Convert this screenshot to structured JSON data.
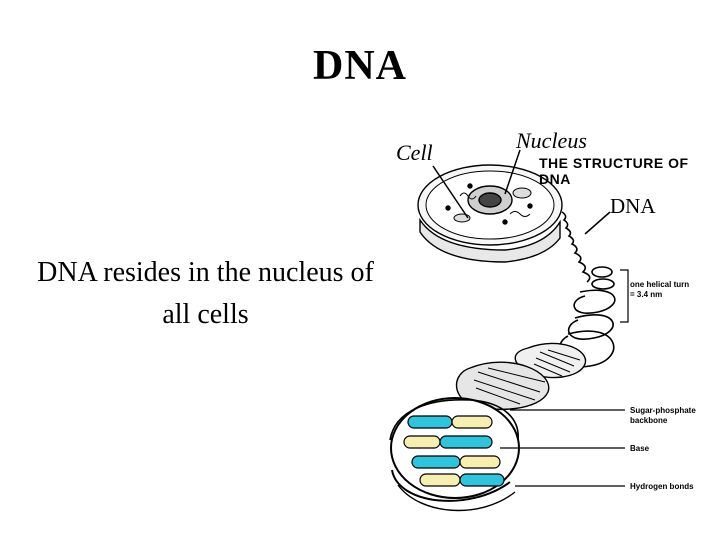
{
  "title": "DNA",
  "labels": {
    "cell": "Cell",
    "nucleus": "Nucleus",
    "dna": "DNA"
  },
  "body": {
    "line1": "DNA resides in the nucleus of",
    "line2": "all cells"
  },
  "structure": {
    "title": "THE STRUCTURE OF DNA",
    "helical_turn_line1": "one helical turn",
    "helical_turn_line2": "= 3.4 nm",
    "backbone_line1": "Sugar-phosphate",
    "backbone_line2": "backbone",
    "base": "Base",
    "hydrogen": "Hydrogen bonds"
  },
  "colors": {
    "cyan_base": "#2ec4dc",
    "yellow_base": "#f6efb0"
  }
}
